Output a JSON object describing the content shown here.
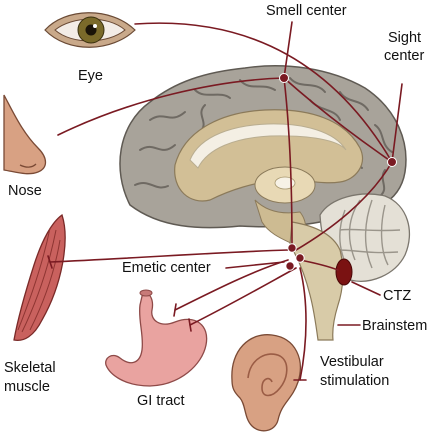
{
  "labels": {
    "eye": "Eye",
    "nose": "Nose",
    "smell_center": "Smell center",
    "sight_center_line1": "Sight",
    "sight_center_line2": "center",
    "emetic_center": "Emetic center",
    "ctz": "CTZ",
    "brainstem": "Brainstem",
    "skeletal_muscle_line1": "Skeletal",
    "skeletal_muscle_line2": "muscle",
    "gi_tract": "GI tract",
    "vestibular_line1": "Vestibular",
    "vestibular_line2": "stimulation"
  },
  "colors": {
    "pathway": "#7a1a22",
    "brain_gray": "#a8a39a",
    "brain_shadow": "#6f6a63",
    "brain_tan": "#d2bf96",
    "cerebellum": "#e4e0d6",
    "ctz": "#7a1212",
    "skin": "#d8a183",
    "skin_dark": "#9a5c45",
    "stomach": "#e9a3a0",
    "muscle": "#c9615e",
    "iris": "#7a6a2a"
  }
}
